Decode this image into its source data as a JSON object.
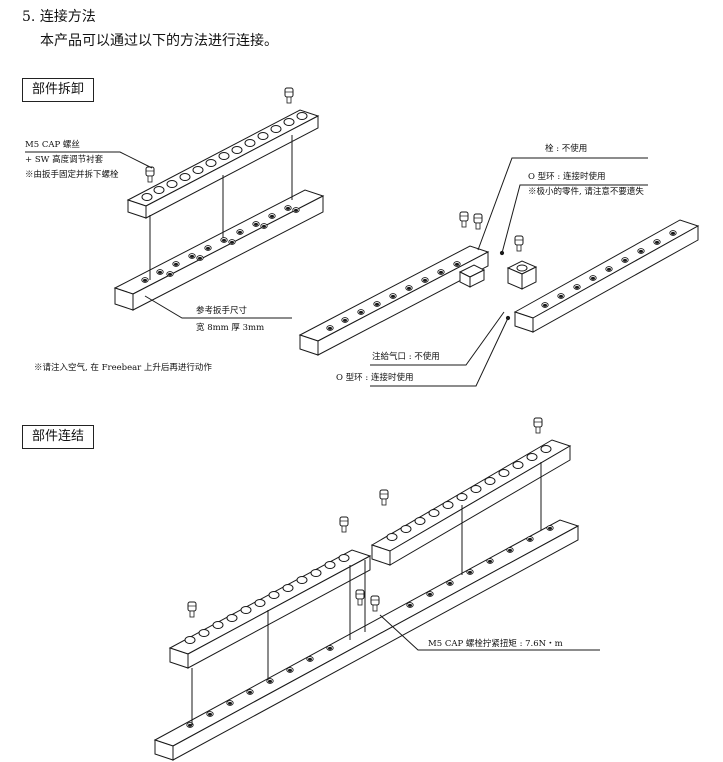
{
  "doc": {
    "section_number": "5.",
    "section_title": "连接方法",
    "intro": "本产品可以通过以下的方法进行连接。",
    "box_disassembly": "部件拆卸",
    "box_connect": "部件连结"
  },
  "callouts": {
    "m5_cap_screw": "M5 CAP 螺丝",
    "sw_height_sleeve": "+ SW 高度调节衬套",
    "wrench_note": "※由扳手固定并拆下螺栓",
    "wrench_size_title": "参考扳手尺寸",
    "wrench_size_value": "宽 8mm 厚 3mm",
    "air_note": "※请注入空气, 在 Freebear 上升后再进行动作",
    "plug_unused": "栓 : 不使用",
    "oring_connect_1": "O 型环 : 连接时使用",
    "small_parts_note": "※极小的零件, 请注意不要遗失",
    "air_inlet_unused": "注給气口 : 不使用",
    "oring_connect_2": "O 型环 : 连接时使用",
    "torque": "M5 CAP 螺栓拧紧扭矩 : 7.6N・m"
  },
  "colors": {
    "line": "#1a1a1a",
    "fill_dark": "#333333",
    "background": "#ffffff"
  }
}
